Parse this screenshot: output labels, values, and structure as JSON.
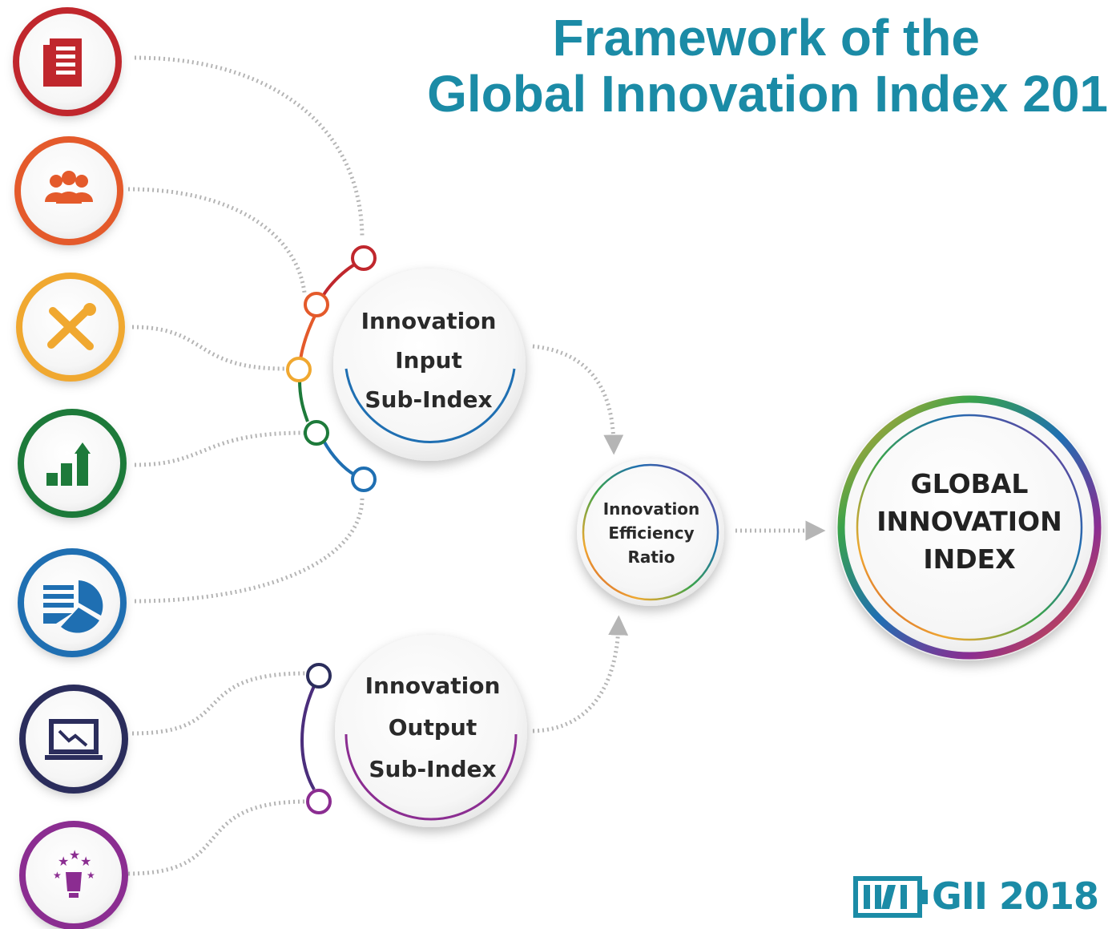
{
  "title": {
    "line1": "Framework of the",
    "line2": "Global Innovation Index 201"
  },
  "pillars": [
    {
      "icon": "building-icon",
      "color": "#c0272d"
    },
    {
      "icon": "people-icon",
      "color": "#e45a2b"
    },
    {
      "icon": "tools-icon",
      "color": "#f0a830"
    },
    {
      "icon": "bar-chart-growth-icon",
      "color": "#1d7a3a"
    },
    {
      "icon": "pie-chart-icon",
      "color": "#1f6fb2"
    },
    {
      "icon": "laptop-chart-icon",
      "color": "#2b2d5c"
    },
    {
      "icon": "lightbulb-stars-icon",
      "color": "#8b2d91"
    }
  ],
  "input_subindex": {
    "line1": "Innovation",
    "line2": "Input",
    "line3": "Sub-Index"
  },
  "output_subindex": {
    "line1": "Innovation",
    "line2": "Output",
    "line3": "Sub-Index"
  },
  "efficiency_ratio": {
    "line1": "Innovation",
    "line2": "Efficiency",
    "line3": "Ratio"
  },
  "global_index": {
    "line1": "GLOBAL",
    "line2": "INNOVATION",
    "line3": "INDEX"
  },
  "logo": {
    "text": "GII 2018",
    "color": "#1b8ba6"
  },
  "colors": {
    "title": "#1b8ba6",
    "connector": "#b5b5b5"
  }
}
